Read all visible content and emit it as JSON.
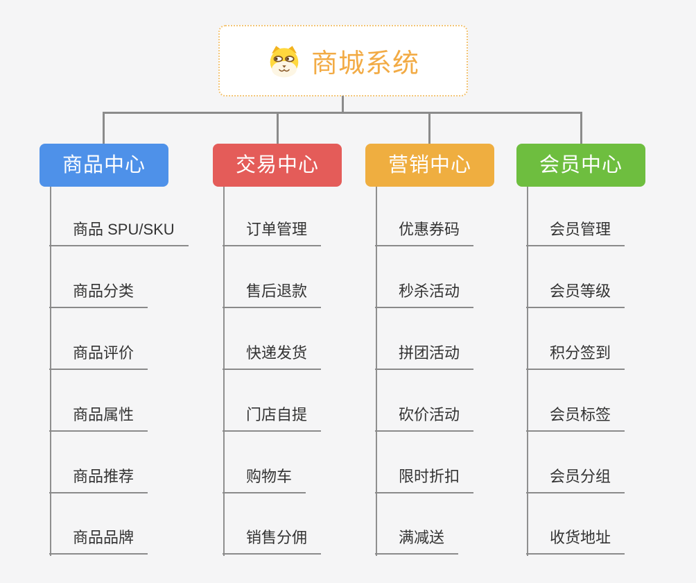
{
  "page": {
    "background_color": "#f5f5f6",
    "connector_color": "#8b8b8b"
  },
  "root": {
    "title": "商城系统",
    "icon": "dog-face-icon",
    "text_color": "#f2ab45",
    "border_color": "#f3c474"
  },
  "branches": [
    {
      "label": "商品中心",
      "color": "#4e91e9",
      "items": [
        "商品 SPU/SKU",
        "商品分类",
        "商品评价",
        "商品属性",
        "商品推荐",
        "商品品牌"
      ]
    },
    {
      "label": "交易中心",
      "color": "#e45c59",
      "items": [
        "订单管理",
        "售后退款",
        "快递发货",
        "门店自提",
        "购物车",
        "销售分佣"
      ]
    },
    {
      "label": "营销中心",
      "color": "#efae40",
      "items": [
        "优惠券码",
        "秒杀活动",
        "拼团活动",
        "砍价活动",
        "限时折扣",
        "满减送"
      ]
    },
    {
      "label": "会员中心",
      "color": "#6ebe3f",
      "items": [
        "会员管理",
        "会员等级",
        "积分签到",
        "会员标签",
        "会员分组",
        "收货地址"
      ]
    }
  ]
}
